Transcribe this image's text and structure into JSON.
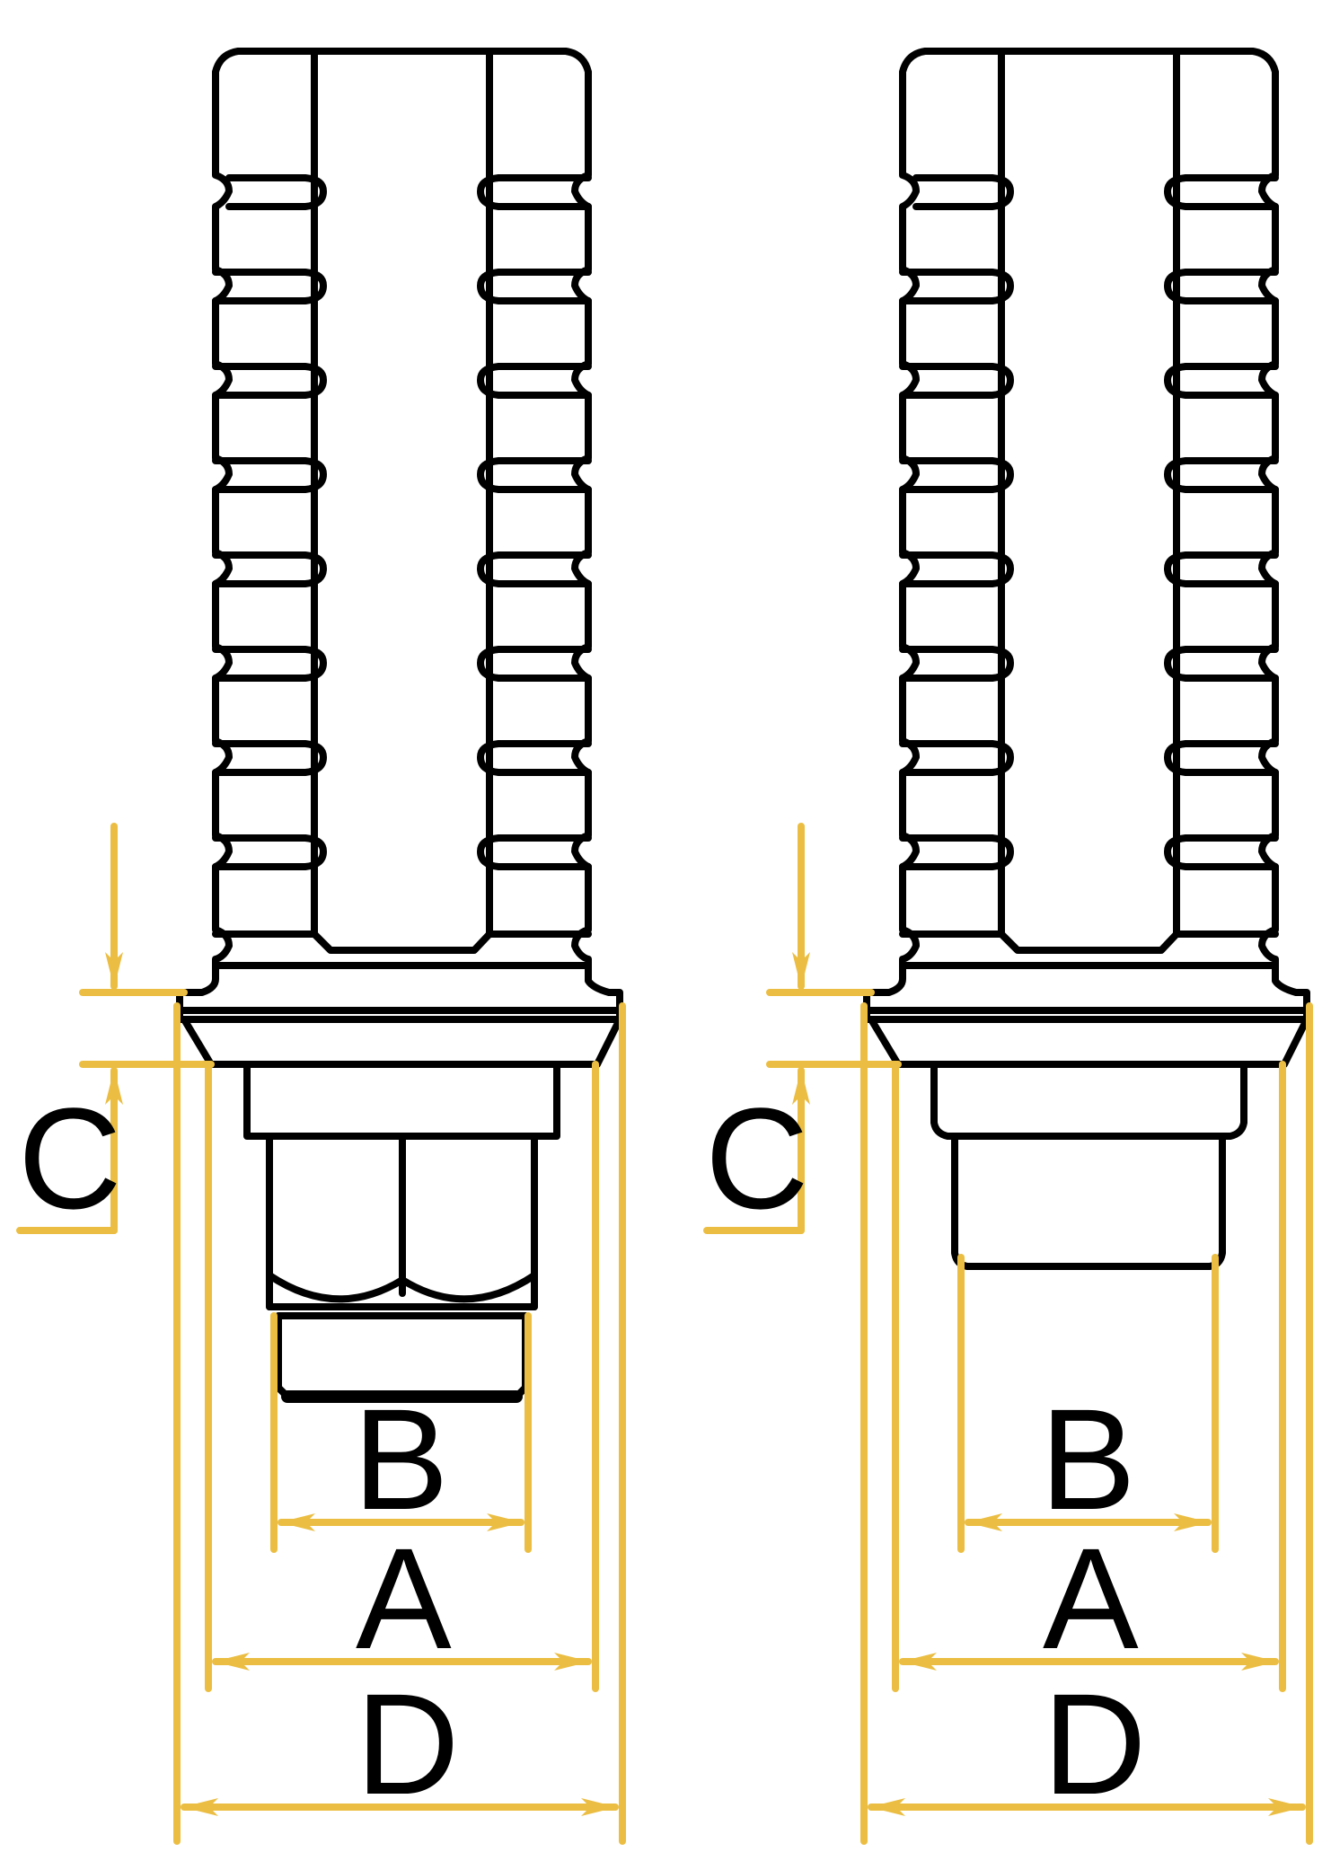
{
  "colors": {
    "outline": "#000000",
    "dimension": "#EBBE43",
    "background": "#FFFFFF"
  },
  "left_fitting": {
    "nut_style": "hex-nut",
    "labels": {
      "a": "A",
      "b": "B",
      "c": "C",
      "d": "D"
    }
  },
  "right_fitting": {
    "nut_style": "round-sleeve",
    "labels": {
      "a": "A",
      "b": "B",
      "c": "C",
      "d": "D"
    }
  }
}
